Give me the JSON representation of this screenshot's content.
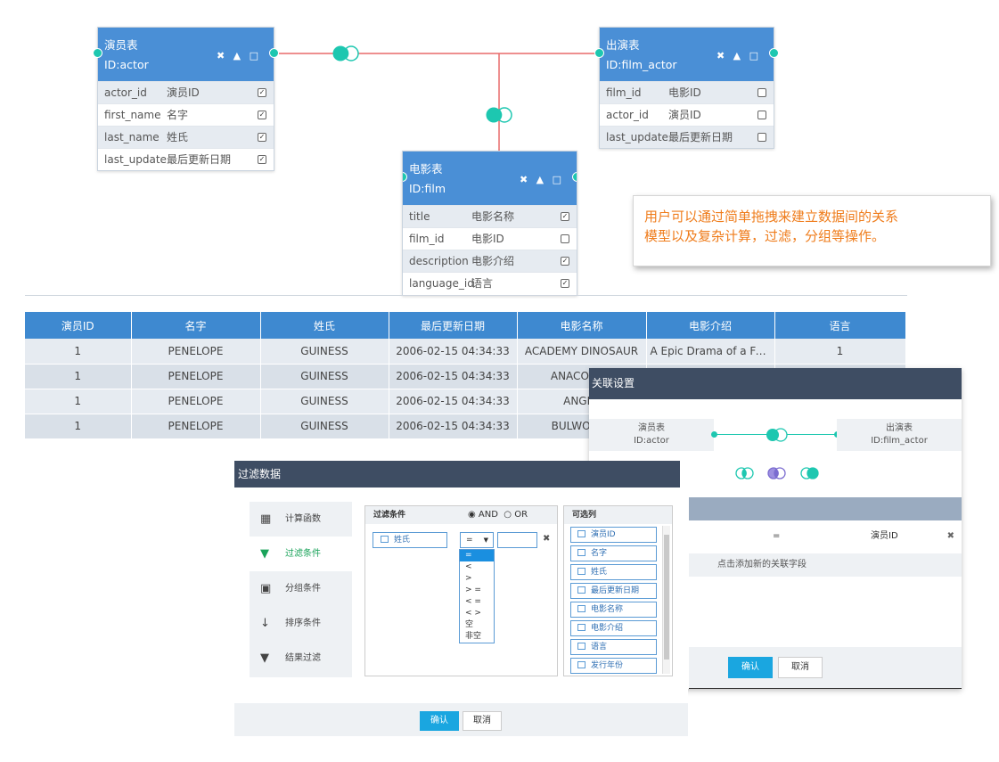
{
  "diagram": {
    "actor_table": {
      "title": "演员表",
      "id": "ID:actor",
      "fields": [
        {
          "name": "actor_id",
          "label": "演员ID",
          "checked": true
        },
        {
          "name": "first_name",
          "label": "名字",
          "checked": true
        },
        {
          "name": "last_name",
          "label": "姓氏",
          "checked": true
        },
        {
          "name": "last_update",
          "label": "最后更新日期",
          "checked": true
        }
      ]
    },
    "film_actor_table": {
      "title": "出演表",
      "id": "ID:film_actor",
      "fields": [
        {
          "name": "film_id",
          "label": "电影ID",
          "checked": false
        },
        {
          "name": "actor_id",
          "label": "演员ID",
          "checked": false
        },
        {
          "name": "last_update",
          "label": "最后更新日期",
          "checked": false
        }
      ]
    },
    "film_table": {
      "title": "电影表",
      "id": "ID:film",
      "fields": [
        {
          "name": "title",
          "label": "电影名称",
          "checked": true
        },
        {
          "name": "film_id",
          "label": "电影ID",
          "checked": false
        },
        {
          "name": "description",
          "label": "电影介绍",
          "checked": true
        },
        {
          "name": "language_id",
          "label": "语言",
          "checked": true
        }
      ]
    },
    "controls": "✖ ▲ □",
    "colors": {
      "header": "#4a8fd6",
      "port": "#1dc7b0",
      "link": "#e86a6a"
    }
  },
  "callout": {
    "line1": "用户可以通过简单拖拽来建立数据间的关系",
    "line2": "模型以及复杂计算，过滤，分组等操作。",
    "color": "#ef7c1b"
  },
  "result_table": {
    "columns": [
      "演员ID",
      "名字",
      "姓氏",
      "最后更新日期",
      "电影名称",
      "电影介绍",
      "语言"
    ],
    "rows": [
      [
        "1",
        "PENELOPE",
        "GUINESS",
        "2006-02-15 04:34:33",
        "ACADEMY DINOSAUR",
        "A Epic Drama of a Fe...",
        "1"
      ],
      [
        "1",
        "PENELOPE",
        "GUINESS",
        "2006-02-15 04:34:33",
        "ANACONDA",
        "",
        ""
      ],
      [
        "1",
        "PENELOPE",
        "GUINESS",
        "2006-02-15 04:34:33",
        "ANGEL",
        "",
        ""
      ],
      [
        "1",
        "PENELOPE",
        "GUINESS",
        "2006-02-15 04:34:33",
        "BULWORTH",
        "",
        ""
      ]
    ]
  },
  "relation_dialog": {
    "title": "关联设置",
    "left_name": "演员表",
    "left_id": "ID:actor",
    "right_name": "出演表",
    "right_id": "ID:film_actor",
    "operator": "=",
    "right_field": "演员ID",
    "add_hint": "点击添加新的关联字段",
    "confirm": "确认",
    "cancel": "取消",
    "join_types": [
      "left-join-icon",
      "inner-join-icon",
      "right-join-icon"
    ]
  },
  "filter_dialog": {
    "title": "过滤数据",
    "side_items": [
      {
        "label": "计算函数",
        "icon": "calculator-icon",
        "active": false
      },
      {
        "label": "过滤条件",
        "icon": "filter-icon",
        "active": true
      },
      {
        "label": "分组条件",
        "icon": "group-icon",
        "active": false
      },
      {
        "label": "排序条件",
        "icon": "sort-icon",
        "active": false
      },
      {
        "label": "结果过滤",
        "icon": "filter-icon",
        "active": false
      }
    ],
    "condition_header": "过滤条件",
    "and_label": "AND",
    "or_label": "OR",
    "condition_field": "姓氏",
    "operator_selected": "=",
    "operators": [
      "=",
      "<",
      ">",
      "> =",
      "< =",
      "< >",
      "空",
      "非空"
    ],
    "columns_header": "可选列",
    "columns": [
      "演员ID",
      "名字",
      "姓氏",
      "最后更新日期",
      "电影名称",
      "电影介绍",
      "语言",
      "发行年份"
    ],
    "confirm": "确认",
    "cancel": "取消"
  }
}
